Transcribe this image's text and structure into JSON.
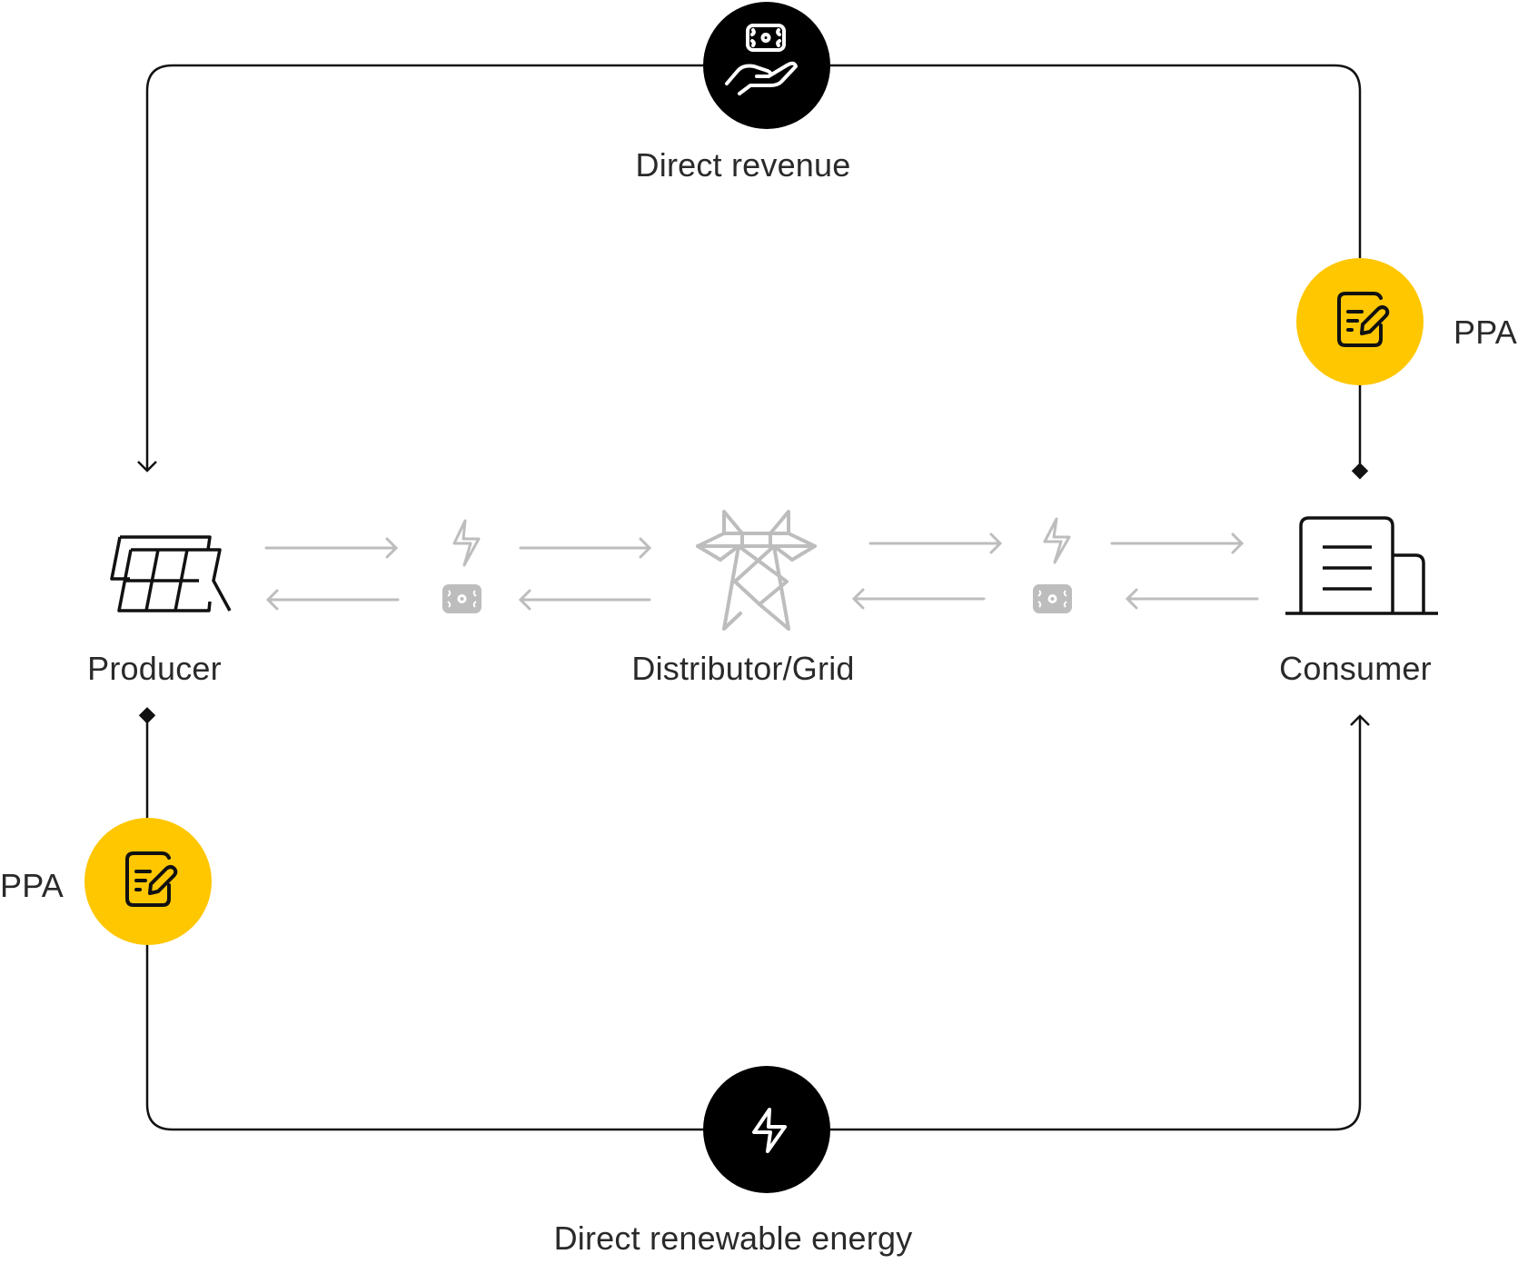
{
  "diagram": {
    "title": "Direct PPA flow between producer and consumer",
    "colors": {
      "line": "#111111",
      "circle_dark": "#000000",
      "circle_ppa": "#FFC700",
      "grey_icon": "#BDBDBD",
      "text": "#2a2a2a"
    },
    "nodes": {
      "producer": {
        "label": "Producer",
        "icon": "solar-panel-icon"
      },
      "grid": {
        "label": "Distributor/Grid",
        "icon": "transmission-tower-icon"
      },
      "consumer": {
        "label": "Consumer",
        "icon": "building-icon"
      }
    },
    "flows": {
      "top": {
        "label": "Direct revenue",
        "icon": "money-hand-icon",
        "direction": "consumer-to-producer"
      },
      "bottom": {
        "label": "Direct renewable energy",
        "icon": "lightning-icon",
        "direction": "producer-to-consumer"
      }
    },
    "contracts": {
      "left": {
        "label": "PPA",
        "icon": "contract-edit-icon"
      },
      "right": {
        "label": "PPA",
        "icon": "contract-edit-icon"
      }
    },
    "grid_path": {
      "left_segment": {
        "energy_icon": "lightning-icon",
        "money_icon": "banknote-icon"
      },
      "right_segment": {
        "energy_icon": "lightning-icon",
        "money_icon": "banknote-icon"
      }
    }
  }
}
